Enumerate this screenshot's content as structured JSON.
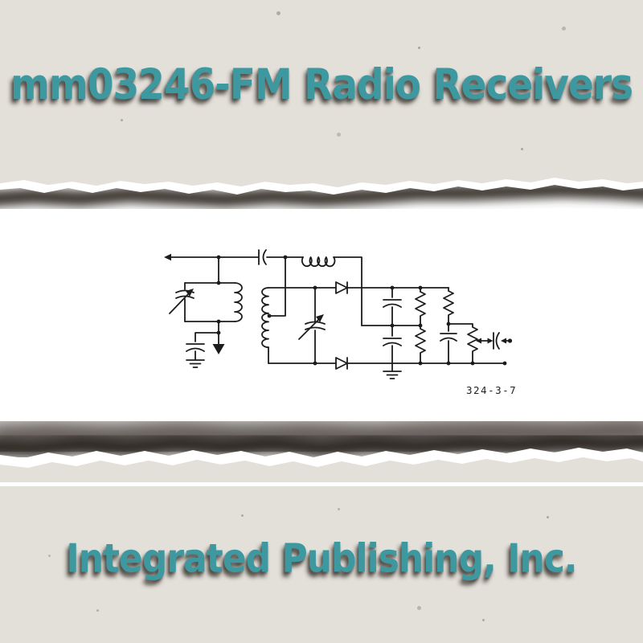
{
  "header": {
    "title": "mm03246-FM Radio Receivers"
  },
  "footer": {
    "title": "Integrated Publishing, Inc."
  },
  "figure": {
    "label": "324-3-7",
    "type": "circuit-schematic",
    "description": "Scanned schematic of an FM radio receiver detector stage shown on a torn white paper strip",
    "components": [
      "antenna-input-terminal",
      "variable-capacitor",
      "tank-coil",
      "ground-bypass-capacitor",
      "earth-ground",
      "chassis-ground-arrow",
      "series-coupling-capacitor",
      "rf-choke-coil",
      "tapped-if-transformer-coil",
      "variable-tuning-capacitor",
      "upper-detector-diode",
      "lower-detector-diode",
      "filter-capacitor-pair",
      "load-resistor-pair",
      "stabilizing-resistor",
      "stabilizing-capacitor",
      "output-potentiometer",
      "audio-coupling-capacitor",
      "output-terminal"
    ]
  },
  "colors": {
    "title_teal": "#3E98A0",
    "paper_beige": "#E3DFD9",
    "strip_white": "#FFFFFF",
    "schematic_ink": "#1C1C1C",
    "tear_shadow": "#3C3733"
  }
}
